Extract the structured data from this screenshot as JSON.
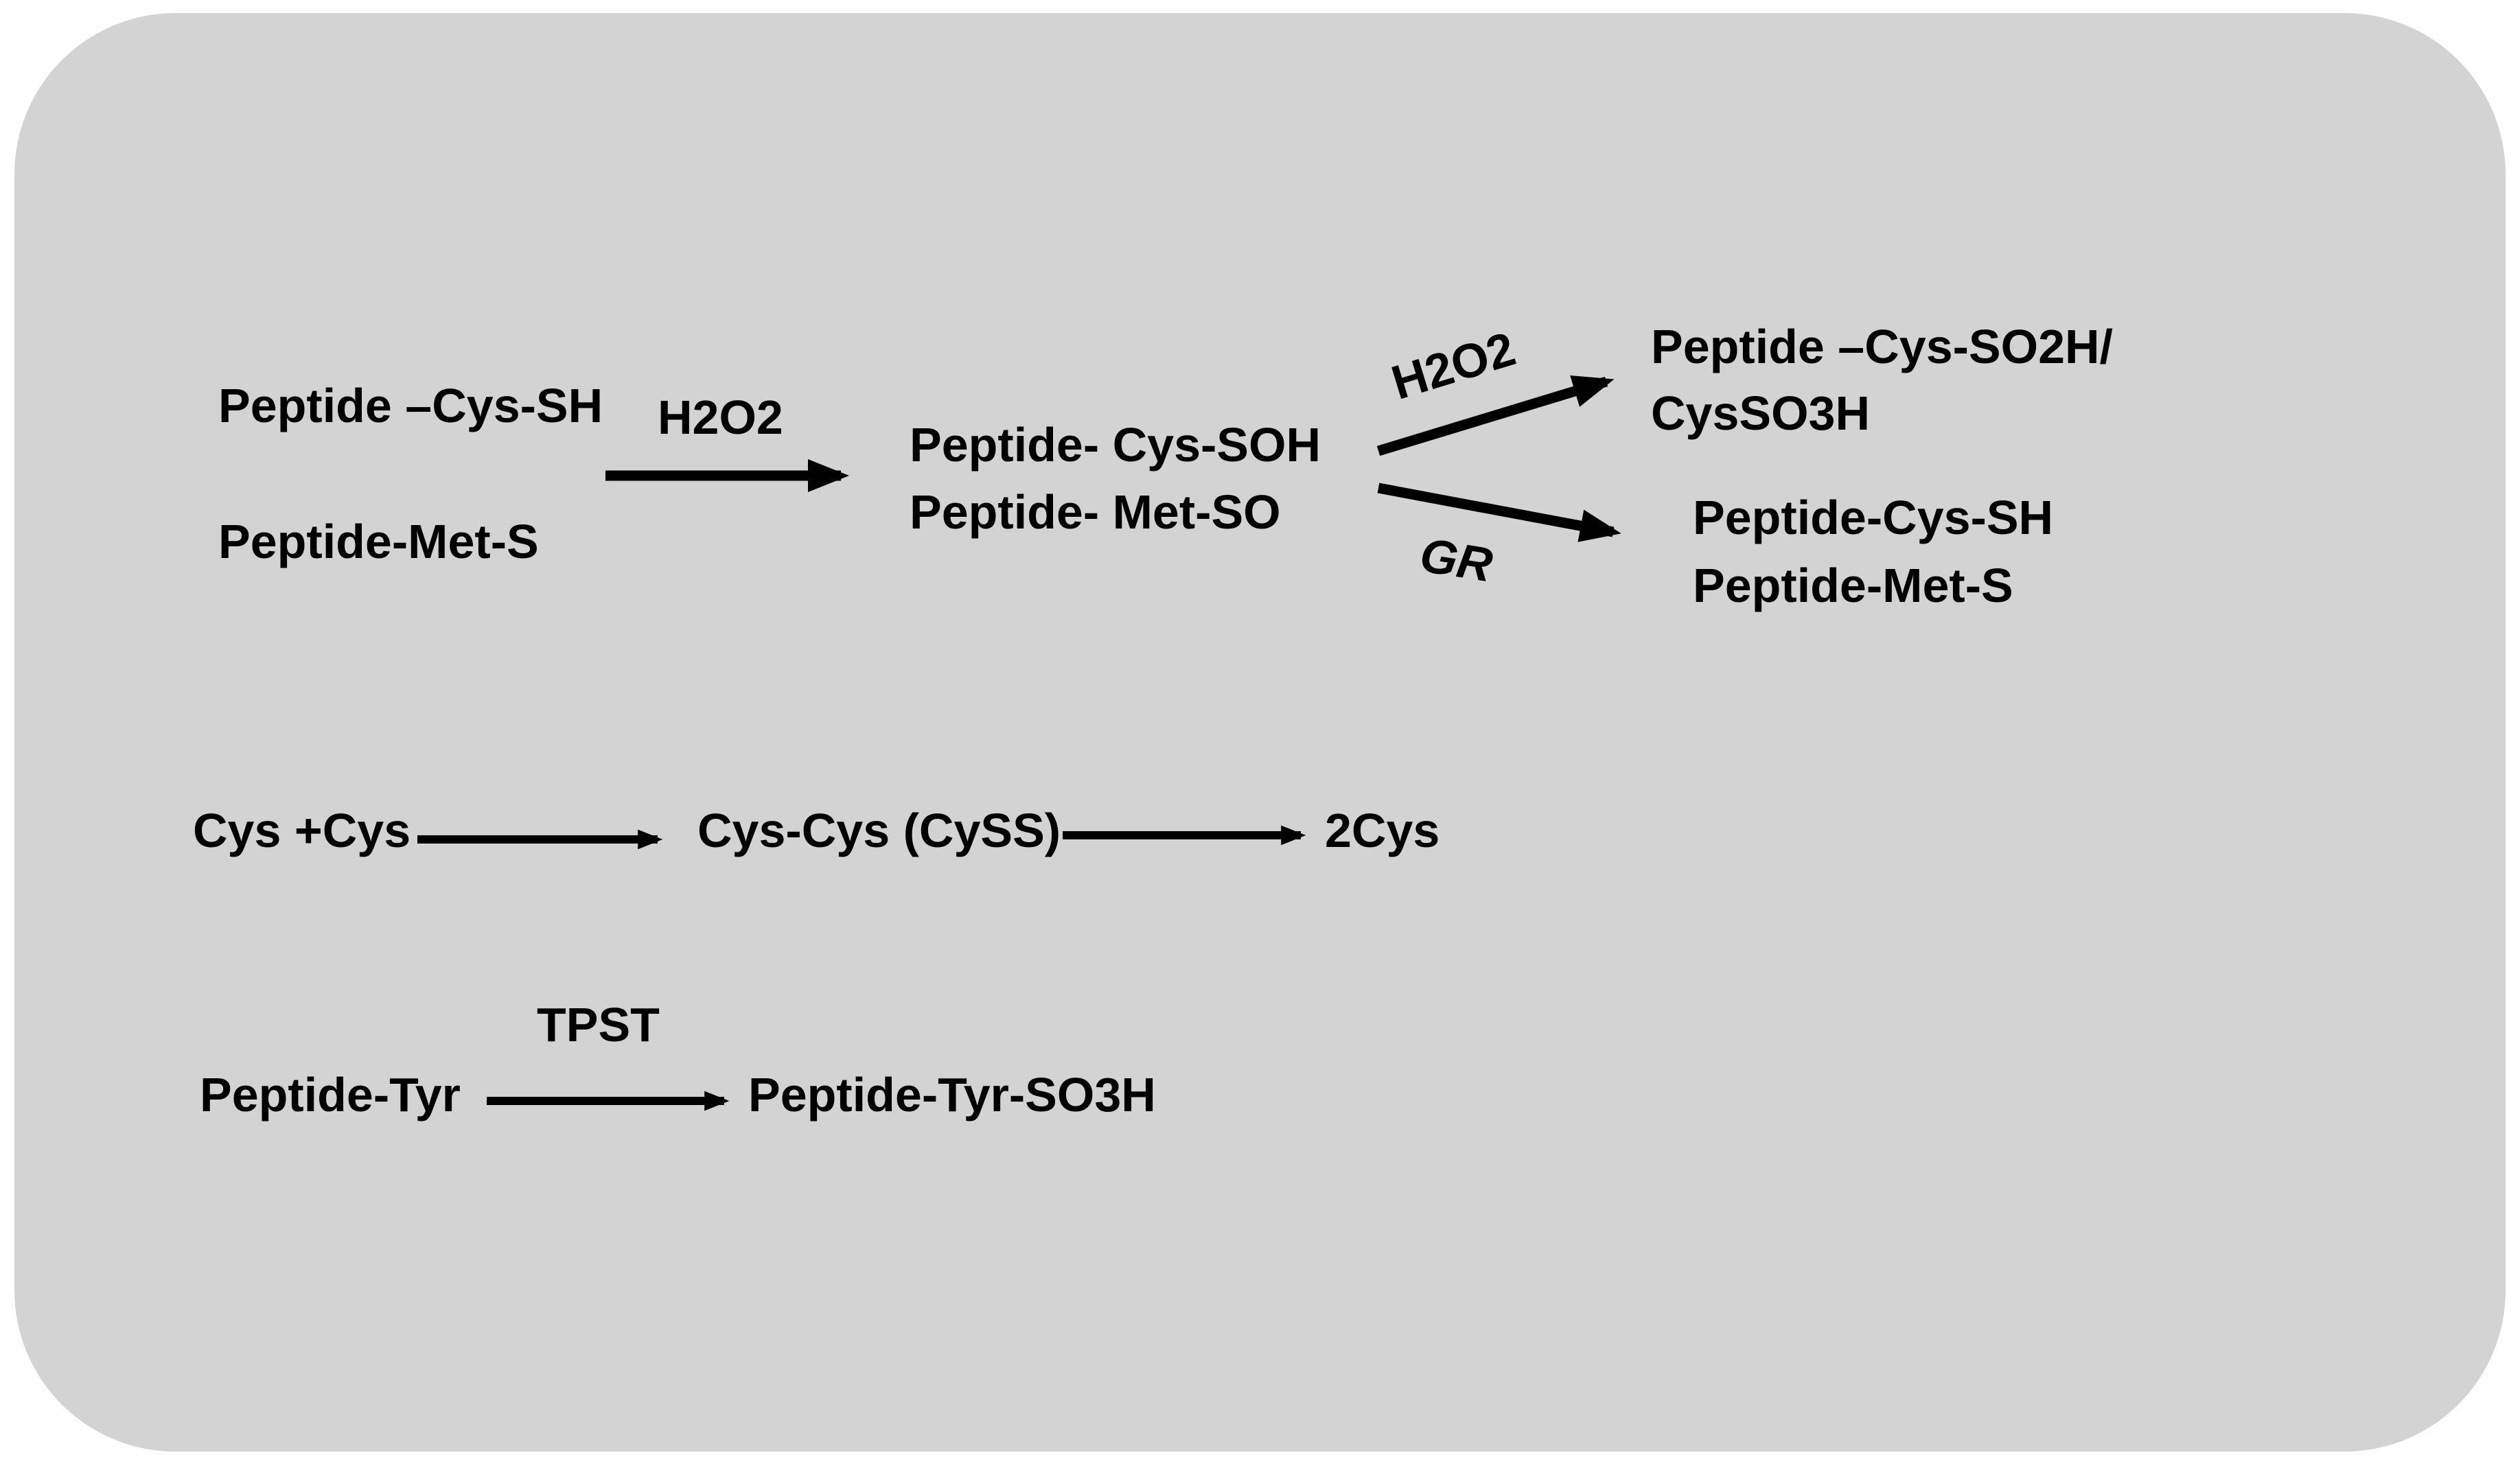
{
  "diagram": {
    "reaction1": {
      "substrate_cys": "Peptide –Cys-SH",
      "substrate_met": "Peptide-Met-S",
      "reagent": "H2O2",
      "product_cys": "Peptide- Cys-SOH",
      "product_met": "Peptide- Met-SO"
    },
    "branch_up": {
      "reagent": "H2O2",
      "product_line1": "Peptide –Cys-SO2H/",
      "product_line2": "CysSO3H"
    },
    "branch_down": {
      "reagent": "GR",
      "product_line1": "Peptide-Cys-SH",
      "product_line2": "Peptide-Met-S"
    },
    "reaction2": {
      "reactants": "Cys +Cys",
      "intermediate": "Cys-Cys (CySS)",
      "product": "2Cys"
    },
    "reaction3": {
      "enzyme": "TPST",
      "reactant": "Peptide-Tyr",
      "product": "Peptide-Tyr-SO3H"
    }
  },
  "colors": {
    "panel_background": "#d3d3d3",
    "text": "#000000",
    "arrow": "#000000"
  }
}
